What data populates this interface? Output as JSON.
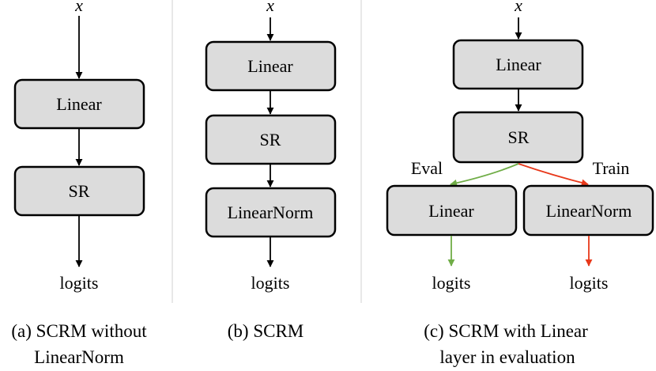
{
  "colors": {
    "eval_arrow": "#70ad47",
    "train_arrow": "#e8381a",
    "box_fill": "#dcdcdc"
  },
  "panel_a": {
    "input": "x",
    "box1": "Linear",
    "box2": "SR",
    "output": "logits",
    "caption_line1": "(a) SCRM without",
    "caption_line2": "LinearNorm"
  },
  "panel_b": {
    "input": "x",
    "box1": "Linear",
    "box2": "SR",
    "box3": "LinearNorm",
    "output": "logits",
    "caption_line1": "(b) SCRM"
  },
  "panel_c": {
    "input": "x",
    "box1": "Linear",
    "box2": "SR",
    "eval_label": "Eval",
    "train_label": "Train",
    "eval_box": "Linear",
    "train_box": "LinearNorm",
    "eval_output": "logits",
    "train_output": "logits",
    "caption_line1": "(c) SCRM with Linear",
    "caption_line2": "layer in evaluation"
  }
}
